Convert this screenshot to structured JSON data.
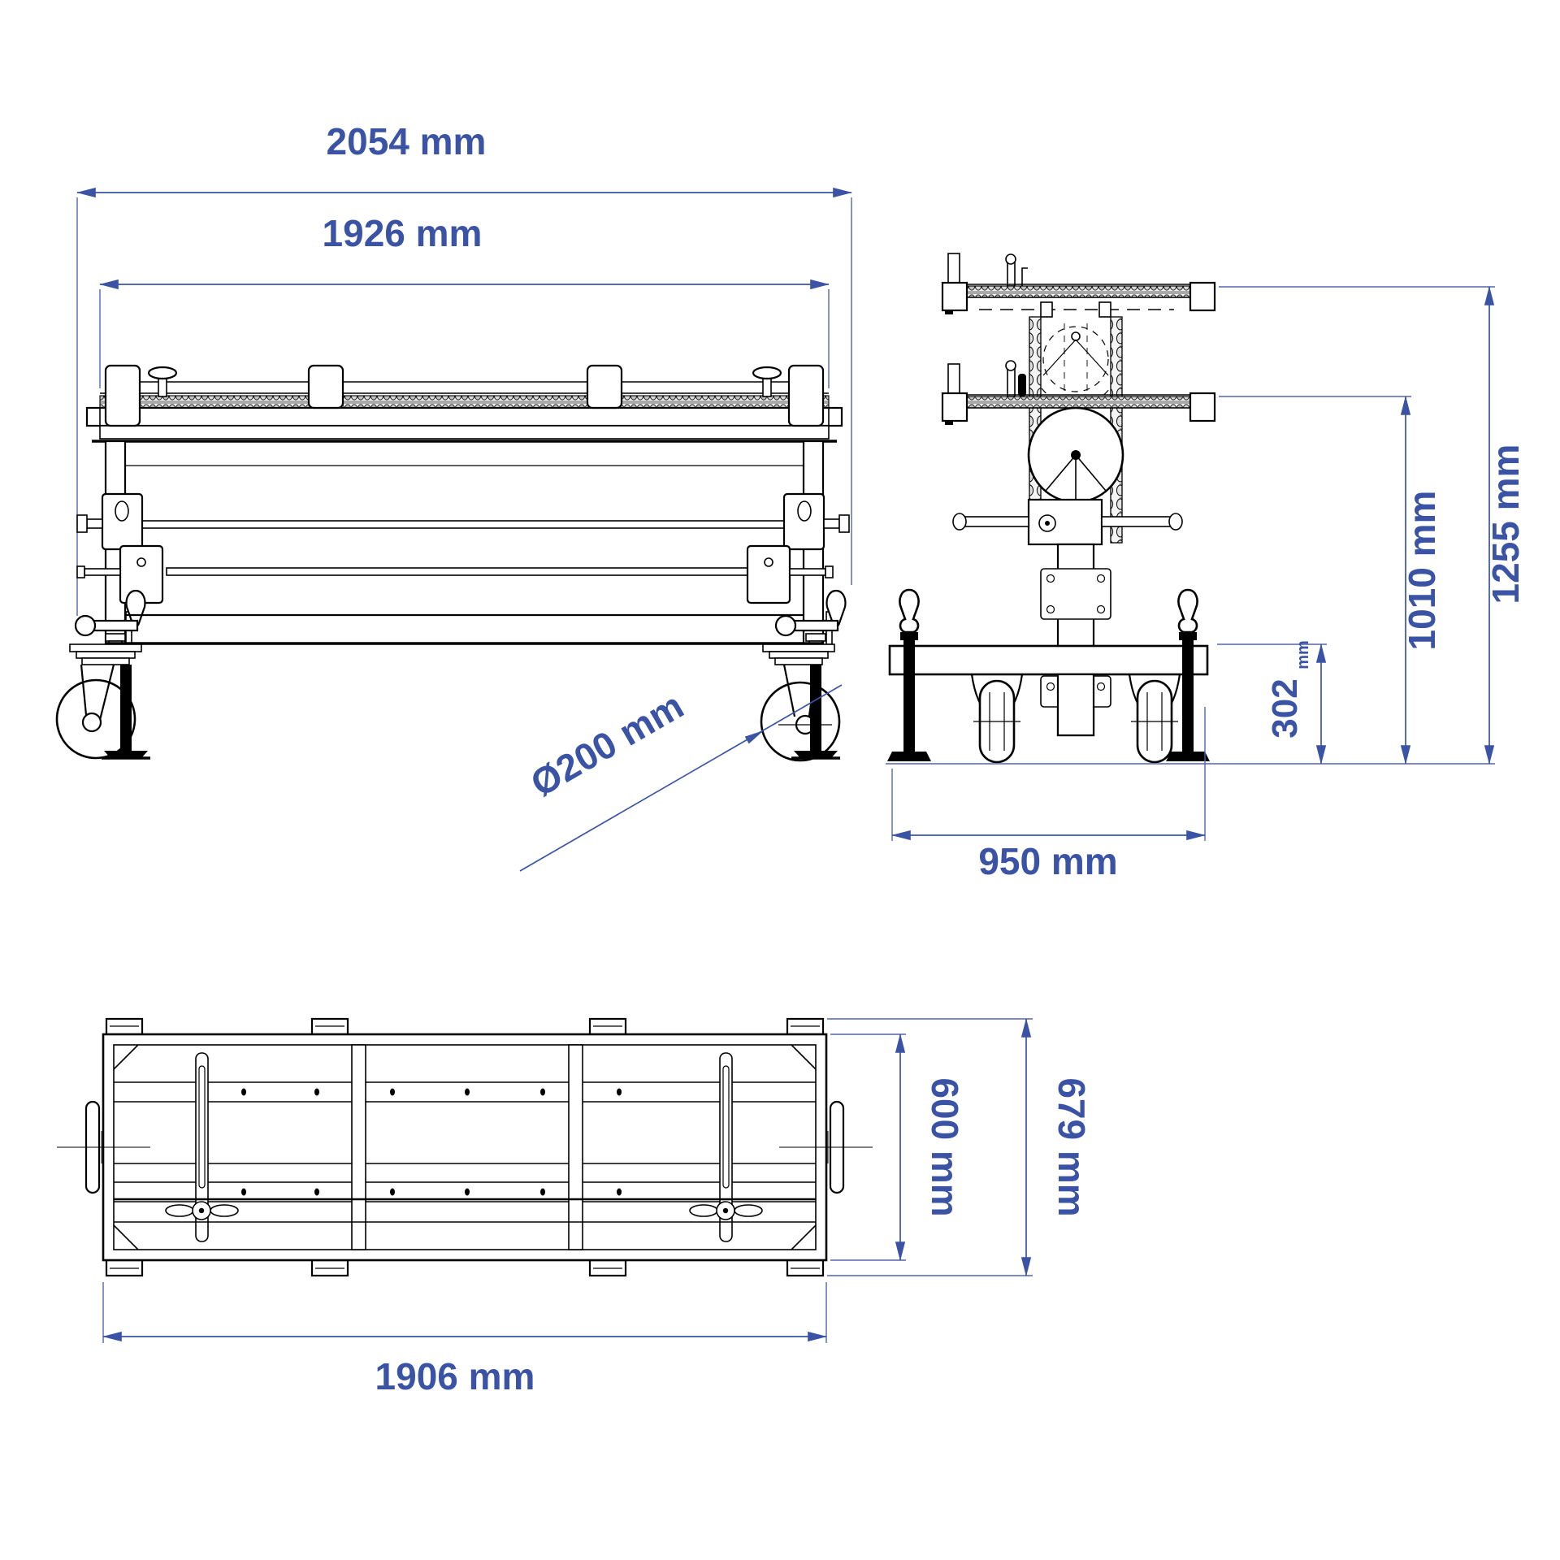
{
  "drawing": {
    "units": "mm",
    "colors": {
      "dimension_text": "#3A53A4",
      "dimension_line": "#5265AE",
      "linework": "#000000",
      "background": "#FFFFFF"
    },
    "dimensions": {
      "front": {
        "overall_length": "2054 mm",
        "bed_length": "1926 mm",
        "wheel_diameter": "Ø200 mm"
      },
      "side": {
        "overall_height": "1255 mm",
        "bed_height": "1010 mm",
        "base_height_value": "302",
        "base_height_unit": "mm",
        "base_width": "950 mm"
      },
      "top": {
        "inner_depth": "600 mm",
        "outer_depth": "679 mm",
        "frame_length": "1906 mm"
      }
    }
  }
}
